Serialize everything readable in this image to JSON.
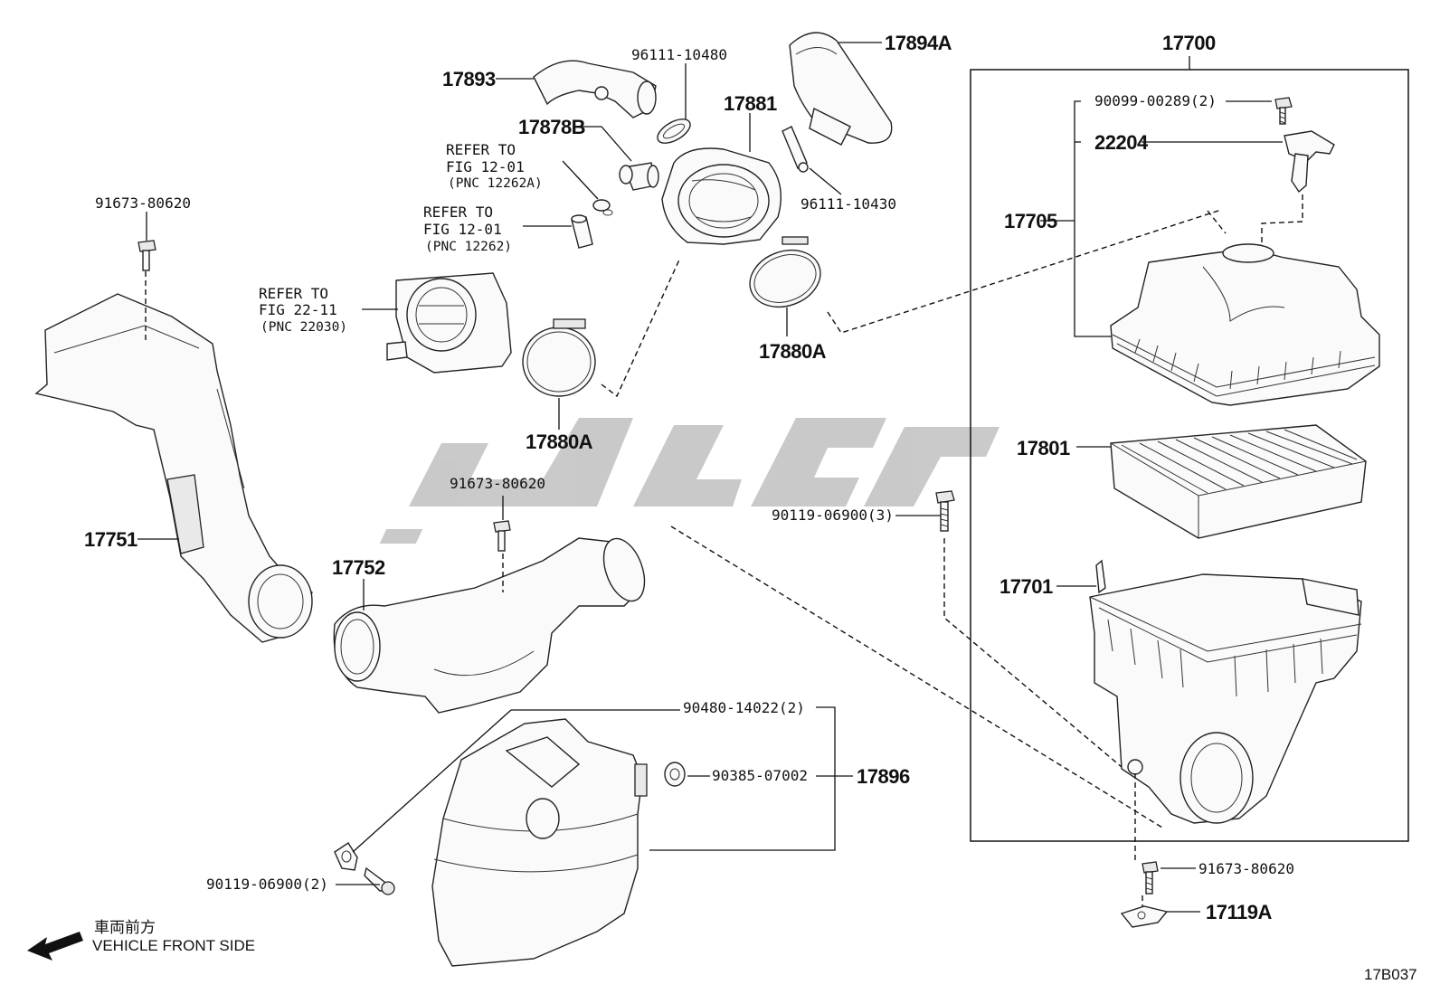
{
  "labels": {
    "p17893": "17893",
    "p96111_10480": "96111-10480",
    "p17894A": "17894A",
    "p17700": "17700",
    "p17878B": "17878B",
    "p17881": "17881",
    "p90099": "90099-00289(2)",
    "p22204": "22204",
    "ref1_l1": "REFER TO",
    "ref1_l2": "FIG 12-01",
    "ref1_l3": "(PNC 12262A)",
    "p96111_10430": "96111-10430",
    "p17705": "17705",
    "ref2_l1": "REFER TO",
    "ref2_l2": "FIG 12-01",
    "ref2_l3": "(PNC 12262)",
    "p91673_a": "91673-80620",
    "ref3_l1": "REFER TO",
    "ref3_l2": "FIG 22-11",
    "ref3_l3": "(PNC 22030)",
    "p17880A_r": "17880A",
    "p17880A_l": "17880A",
    "p17801": "17801",
    "p91673_b": "91673-80620",
    "p90119_3": "90119-06900(3)",
    "p17751": "17751",
    "p17752": "17752",
    "p17701": "17701",
    "p90480": "90480-14022(2)",
    "p90385": "90385-07002",
    "p17896": "17896",
    "p90119_2": "90119-06900(2)",
    "p91673_c": "91673-80620",
    "p17119A": "17119A",
    "dir_jp": "車両前方",
    "dir_en": "VEHICLE FRONT SIDE",
    "fig_code": "17B037"
  },
  "icons": {
    "direction": "arrow-left-icon"
  },
  "colors": {
    "ink": "#111111",
    "watermark": "#c4c4c4"
  }
}
